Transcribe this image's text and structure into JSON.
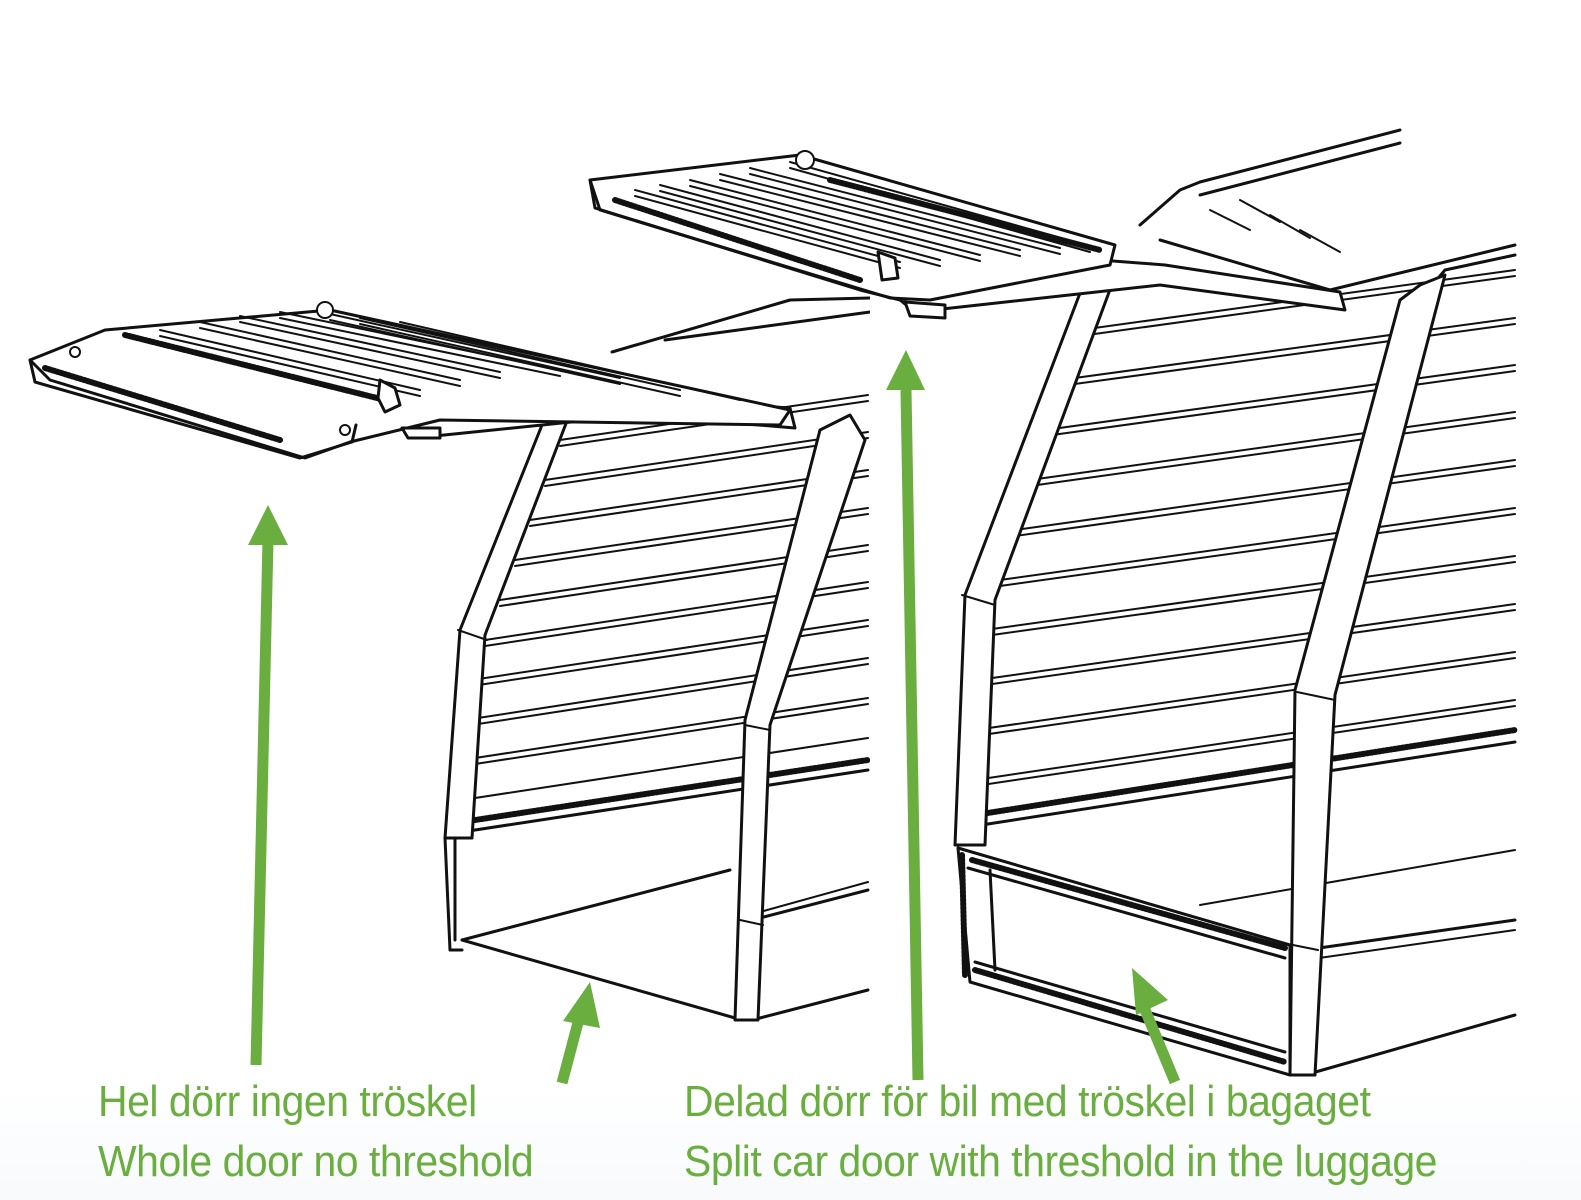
{
  "diagram": {
    "subject": "Dog cage rear door variants",
    "accent_color": "#6aae3f",
    "line_color": "#111111",
    "background_color": "#ffffff",
    "left_variant": {
      "caption_sv": "Hel dörr ingen tröskel",
      "caption_en": "Whole door no threshold",
      "arrows": [
        {
          "name": "arrow-to-whole-door",
          "points_to": "raised whole door"
        },
        {
          "name": "arrow-to-open-floor",
          "points_to": "floor without threshold"
        }
      ]
    },
    "right_variant": {
      "caption_sv": "Delad dörr för bil med tröskel i bagaget",
      "caption_en": "Split car door with threshold in the luggage",
      "arrows": [
        {
          "name": "arrow-to-split-door",
          "points_to": "raised upper split door"
        },
        {
          "name": "arrow-to-lower-door",
          "points_to": "lower door panel / threshold"
        }
      ]
    }
  }
}
